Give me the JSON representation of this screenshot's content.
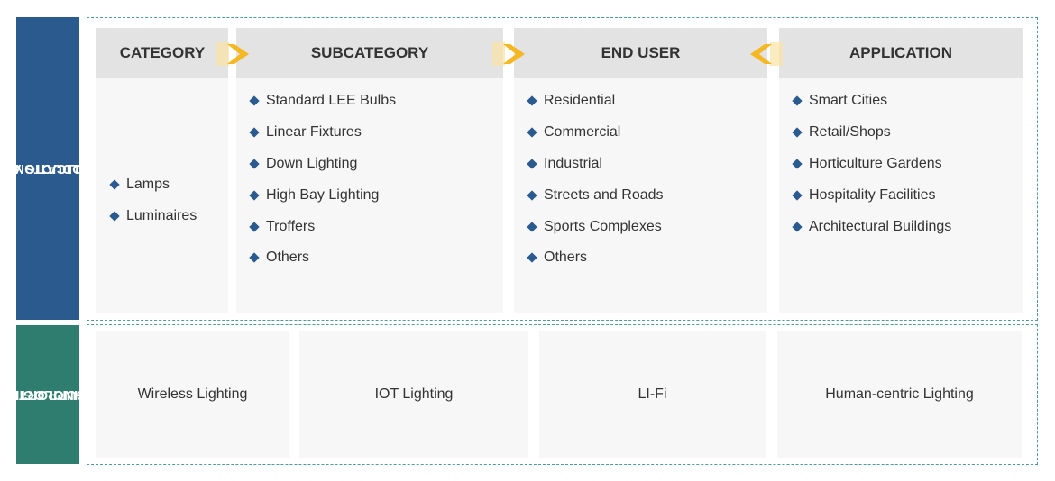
{
  "sidebar": {
    "top_label_line1": "KEY PRODUCTS AND THEIR",
    "top_label_line2": "APPLICATIONS",
    "bottom_label_line1": "SUPPORTING",
    "bottom_label_line2": "TECHNOLOGIES"
  },
  "colors": {
    "top_label_bg": "#2a5a8e",
    "bottom_label_bg": "#2e7d6e",
    "arrow": "#f5b823",
    "bullet": "#2a5a8e",
    "dashed_border": "#4e9b9b"
  },
  "columns": [
    {
      "header": "CATEGORY",
      "items": [
        "Lamps",
        "Luminaires"
      ]
    },
    {
      "header": "SUBCATEGORY",
      "items": [
        "Standard LEE Bulbs",
        "Linear Fixtures",
        "Down Lighting",
        "High Bay Lighting",
        "Troffers",
        "Others"
      ]
    },
    {
      "header": "END USER",
      "items": [
        "Residential",
        "Commercial",
        "Industrial",
        "Streets and Roads",
        "Sports Complexes",
        "Others"
      ]
    },
    {
      "header": "APPLICATION",
      "items": [
        "Smart Cities",
        "Retail/Shops",
        "Horticulture Gardens",
        "Hospitality Facilities",
        "Architectural Buildings"
      ]
    }
  ],
  "arrows": [
    {
      "direction": "right",
      "icon": "chevron-right-icon"
    },
    {
      "direction": "right",
      "icon": "chevron-right-icon"
    },
    {
      "direction": "left",
      "icon": "chevron-left-icon"
    }
  ],
  "technologies": [
    "Wireless Lighting",
    "IOT Lighting",
    "LI-Fi",
    "Human-centric Lighting"
  ]
}
